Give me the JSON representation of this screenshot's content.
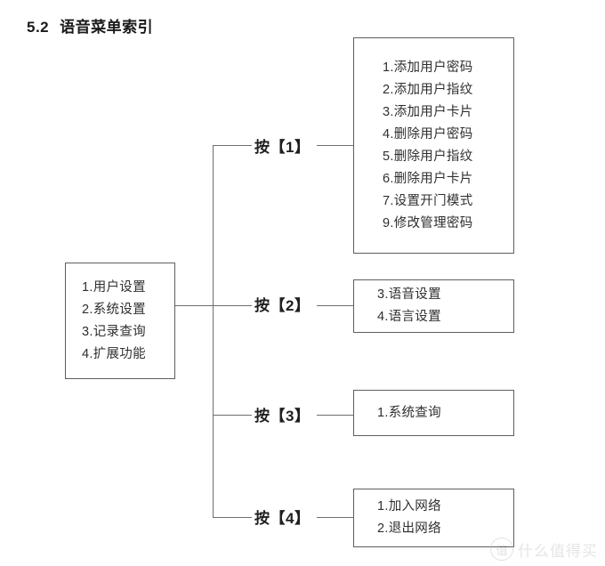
{
  "heading": {
    "number": "5.2",
    "title": "语音菜单索引"
  },
  "root_box": {
    "items": [
      "1.用户设置",
      "2.系统设置",
      "3.记录查询",
      "4.扩展功能"
    ]
  },
  "branches": [
    {
      "label": "按【1】",
      "items": [
        "1.添加用户密码",
        "2.添加用户指纹",
        "3.添加用户卡片",
        "4.删除用户密码",
        "5.删除用户指纹",
        "6.删除用户卡片",
        "7.设置开门模式",
        "9.修改管理密码"
      ]
    },
    {
      "label": "按【2】",
      "items": [
        "3.语音设置",
        "4.语言设置"
      ]
    },
    {
      "label": "按【3】",
      "items": [
        "1.系统查询"
      ]
    },
    {
      "label": "按【4】",
      "items": [
        "1.加入网络",
        "2.退出网络"
      ]
    }
  ],
  "watermark": {
    "badge": "值",
    "text": "什么值得买"
  },
  "colors": {
    "page_background": "#ffffff",
    "box_border": "#5b5f63",
    "line": "#6a6e72",
    "text": "#2f2f2f",
    "heading_text": "#1a1a1a",
    "watermark": "#bfc2c6"
  }
}
